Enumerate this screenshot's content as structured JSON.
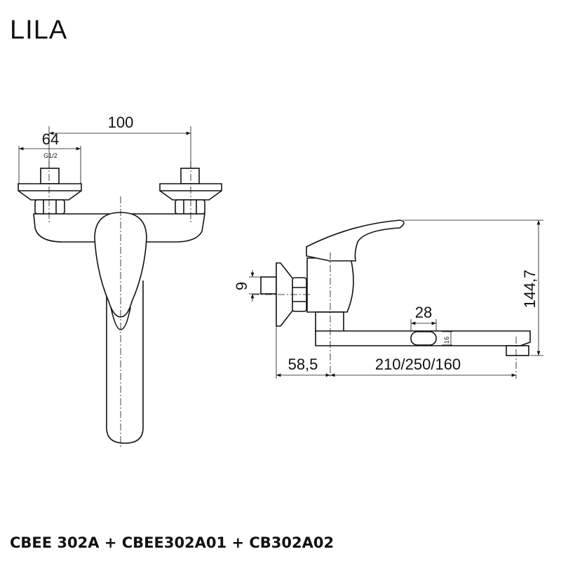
{
  "title": "LILA",
  "footer": "CBEE 302A + CBEE302A01 + CB302A02",
  "front_view": {
    "dim_center_distance": "100",
    "dim_plate_diameter": "64",
    "thread": "G1/2"
  },
  "side_view": {
    "dim_height": "144,7",
    "dim_wall_offset": "58,5",
    "dim_spout_length": "210/250/160",
    "dim_outlet_width": "28",
    "dim_outlet_height": "16",
    "dim_nipple": "9"
  }
}
